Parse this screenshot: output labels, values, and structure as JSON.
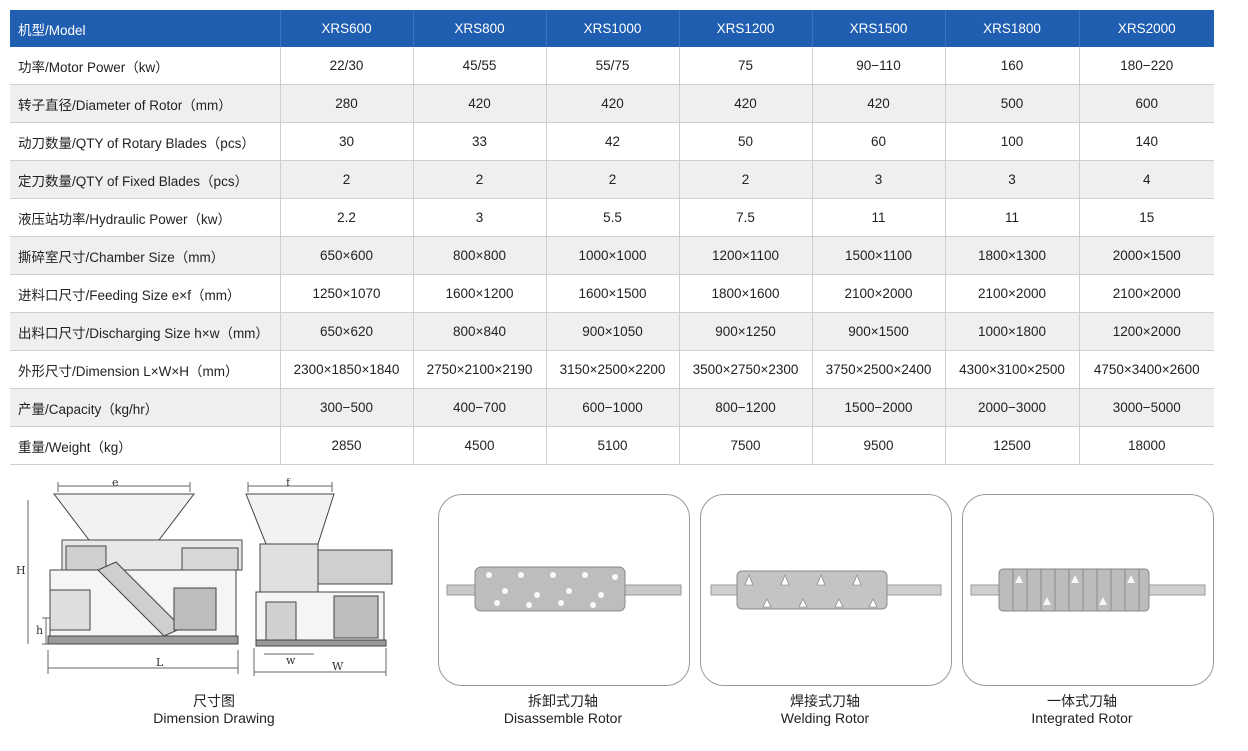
{
  "table": {
    "header": [
      "机型/Model",
      "XRS600",
      "XRS800",
      "XRS1000",
      "XRS1200",
      "XRS1500",
      "XRS1800",
      "XRS2000"
    ],
    "rows": [
      [
        "功率/Motor Power（kw）",
        "22/30",
        "45/55",
        "55/75",
        "75",
        "90−110",
        "160",
        "180−220"
      ],
      [
        "转子直径/Diameter of Rotor（mm）",
        "280",
        "420",
        "420",
        "420",
        "420",
        "500",
        "600"
      ],
      [
        "动刀数量/QTY of Rotary Blades（pcs）",
        "30",
        "33",
        "42",
        "50",
        "60",
        "100",
        "140"
      ],
      [
        "定刀数量/QTY of Fixed Blades（pcs）",
        "2",
        "2",
        "2",
        "2",
        "3",
        "3",
        "4"
      ],
      [
        "液压站功率/Hydraulic Power（kw）",
        "2.2",
        "3",
        "5.5",
        "7.5",
        "11",
        "11",
        "15"
      ],
      [
        "撕碎室尺寸/Chamber Size（mm）",
        "650×600",
        "800×800",
        "1000×1000",
        "1200×1100",
        "1500×1100",
        "1800×1300",
        "2000×1500"
      ],
      [
        "进料口尺寸/Feeding Size e×f（mm）",
        "1250×1070",
        "1600×1200",
        "1600×1500",
        "1800×1600",
        "2100×2000",
        "2100×2000",
        "2100×2000"
      ],
      [
        "出料口尺寸/Discharging Size h×w（mm）",
        "650×620",
        "800×840",
        "900×1050",
        "900×1250",
        "900×1500",
        "1000×1800",
        "1200×2000"
      ],
      [
        "外形尺寸/Dimension L×W×H（mm）",
        "2300×1850×1840",
        "2750×2100×2190",
        "3150×2500×2200",
        "3500×2750×2300",
        "3750×2500×2400",
        "4300×3100×2500",
        "4750×3400×2600"
      ],
      [
        "产量/Capacity（kg/hr）",
        "300−500",
        "400−700",
        "600−1000",
        "800−1200",
        "1500−2000",
        "2000−3000",
        "3000−5000"
      ],
      [
        "重量/Weight（kg）",
        "2850",
        "4500",
        "5100",
        "7500",
        "9500",
        "12500",
        "18000"
      ]
    ]
  },
  "drawing": {
    "labels": {
      "e": "e",
      "f": "f",
      "H": "H",
      "h": "h",
      "L": "L",
      "w": "w",
      "W": "W"
    },
    "caption_cn": "尺寸图",
    "caption_en": "Dimension Drawing"
  },
  "rotors": [
    {
      "caption_cn": "拆卸式刀轴",
      "caption_en": "Disassemble Rotor"
    },
    {
      "caption_cn": "焊接式刀轴",
      "caption_en": "Welding Rotor"
    },
    {
      "caption_cn": "一体式刀轴",
      "caption_en": "Integrated Rotor"
    }
  ],
  "colors": {
    "header_bg": "#1f5eb0",
    "alt_row": "#efefef",
    "grid": "#cfcfcf"
  }
}
